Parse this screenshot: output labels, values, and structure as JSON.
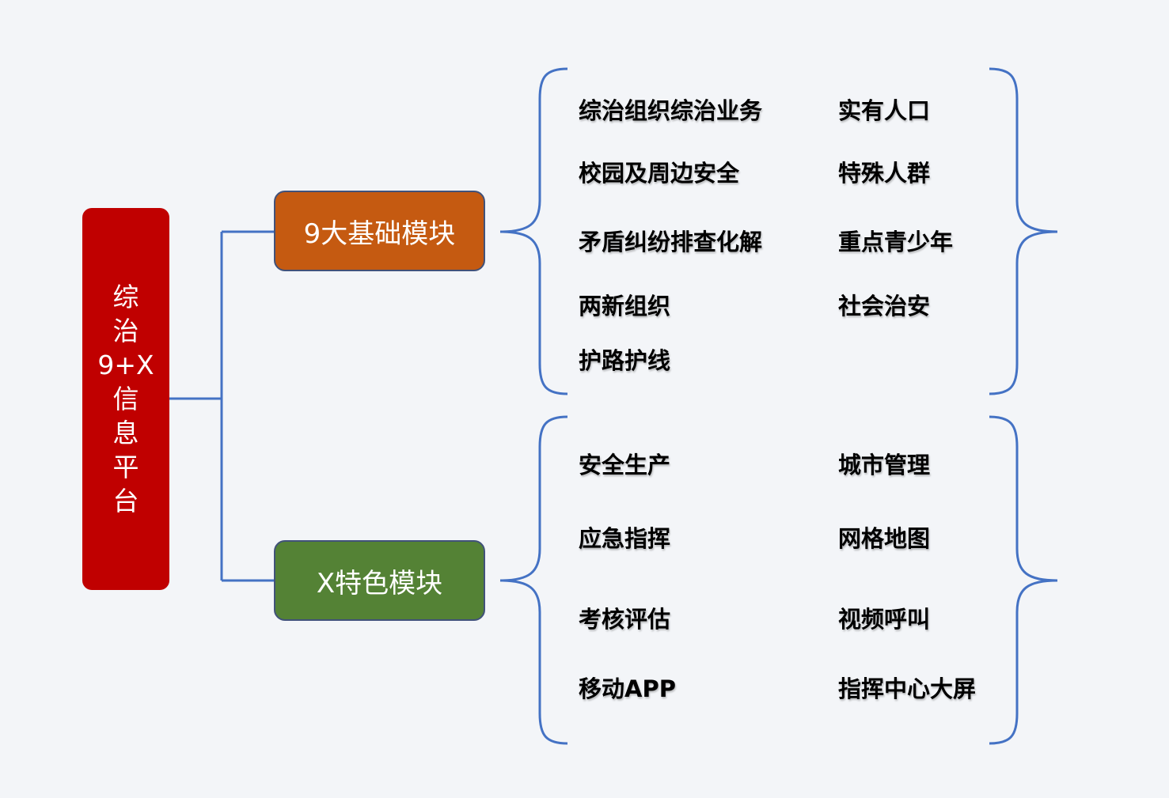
{
  "root": {
    "label": "综治9+X信息平台"
  },
  "branches": [
    {
      "label": "9大基础模块",
      "color": "#c55a11",
      "items": [
        "综治组织综治业务",
        "实有人口",
        "校园及周边安全",
        "特殊人群",
        "矛盾纠纷排查化解",
        "重点青少年",
        "两新组织",
        "社会治安",
        "护路护线"
      ]
    },
    {
      "label": "X特色模块",
      "color": "#548235",
      "items": [
        "安全生产",
        "城市管理",
        "应急指挥",
        "网格地图",
        "考核评估",
        "视频呼叫",
        "移动APP",
        "指挥中心大屏"
      ]
    }
  ],
  "colors": {
    "root": "#c00000",
    "connector": "#4472c4",
    "background": "#f3f5f8"
  }
}
